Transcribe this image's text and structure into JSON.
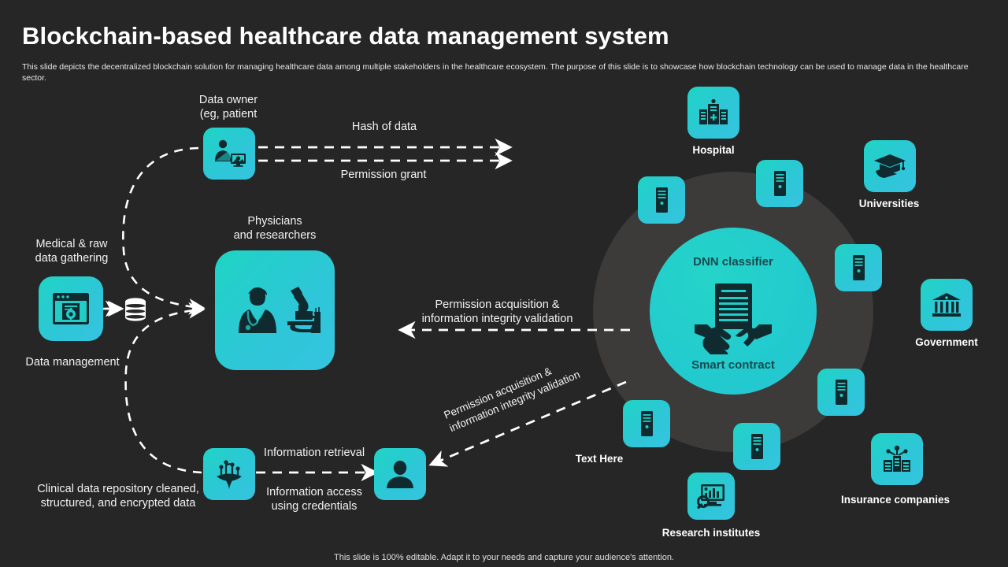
{
  "header": {
    "title": "Blockchain-based healthcare data management system",
    "subtitle": "This slide depicts the decentralized blockchain solution for managing healthcare data among multiple stakeholders in the healthcare ecosystem. The purpose of this slide is to showcase how blockchain technology can be used to manage data in the healthcare sector."
  },
  "footer": {
    "note": "This slide is 100% editable. Adapt it to your needs and capture your audience's attention."
  },
  "colors": {
    "background": "#262626",
    "tile_teal_start": "#1fd4c4",
    "tile_teal_end": "#35c4e0",
    "hub_circle": "#22cdc7",
    "outer_circle": "#3d3b3a",
    "text": "#f2f2f2",
    "hub_text": "#1b4a4f"
  },
  "hub": {
    "top_label": "DNN classifier",
    "bottom_label": "Smart contract",
    "icon": "handshake-contract-icon"
  },
  "left_flow": {
    "data_owner_label": "Data owner\n(eg, patient",
    "data_owner_icon": "patient-profile-icon",
    "medical_raw_label": "Medical  & raw\ndata gathering",
    "data_management_label": "Data management",
    "data_management_icon": "browser-settings-icon",
    "database_icon": "database-cylinder-icon",
    "physicians_label": "Physicians\nand researchers",
    "physicians_icon": "doctor-microscope-icon",
    "clinical_repo_label": "Clinical data repository cleaned,\nstructured, and encrypted data",
    "clinical_repo_icon": "data-funnel-icon",
    "user_icon": "user-avatar-icon"
  },
  "connectors": {
    "hash_of_data": "Hash of data",
    "permission_grant": "Permission grant",
    "information_retrieval": "Information retrieval",
    "information_access": "Information access\nusing credentials",
    "permission_acquisition_horizontal": "Permission acquisition &\ninformation integrity  validation",
    "permission_acquisition_diagonal": "Permission acquisition &\ninformation integrity  validation"
  },
  "stakeholders": [
    {
      "id": "hospital",
      "label": "Hospital",
      "icon": "hospital-building-icon"
    },
    {
      "id": "universities",
      "label": "Universities",
      "icon": "graduation-cap-icon"
    },
    {
      "id": "government",
      "label": "Government",
      "icon": "government-bank-icon"
    },
    {
      "id": "insurance",
      "label": "Insurance companies",
      "icon": "insurance-building-icon"
    },
    {
      "id": "research",
      "label": "Research institutes",
      "icon": "research-monitor-icon"
    },
    {
      "id": "texthere",
      "label": "Text Here",
      "icon": "server-tower-icon"
    }
  ],
  "nodes": [
    {
      "id": "node-1",
      "icon": "server-tower-icon"
    },
    {
      "id": "node-2",
      "icon": "server-tower-icon"
    },
    {
      "id": "node-3",
      "icon": "server-tower-icon"
    },
    {
      "id": "node-4",
      "icon": "server-tower-icon"
    },
    {
      "id": "node-5",
      "icon": "server-tower-icon"
    },
    {
      "id": "node-6",
      "icon": "server-tower-icon"
    },
    {
      "id": "node-7",
      "icon": "server-tower-icon"
    }
  ]
}
